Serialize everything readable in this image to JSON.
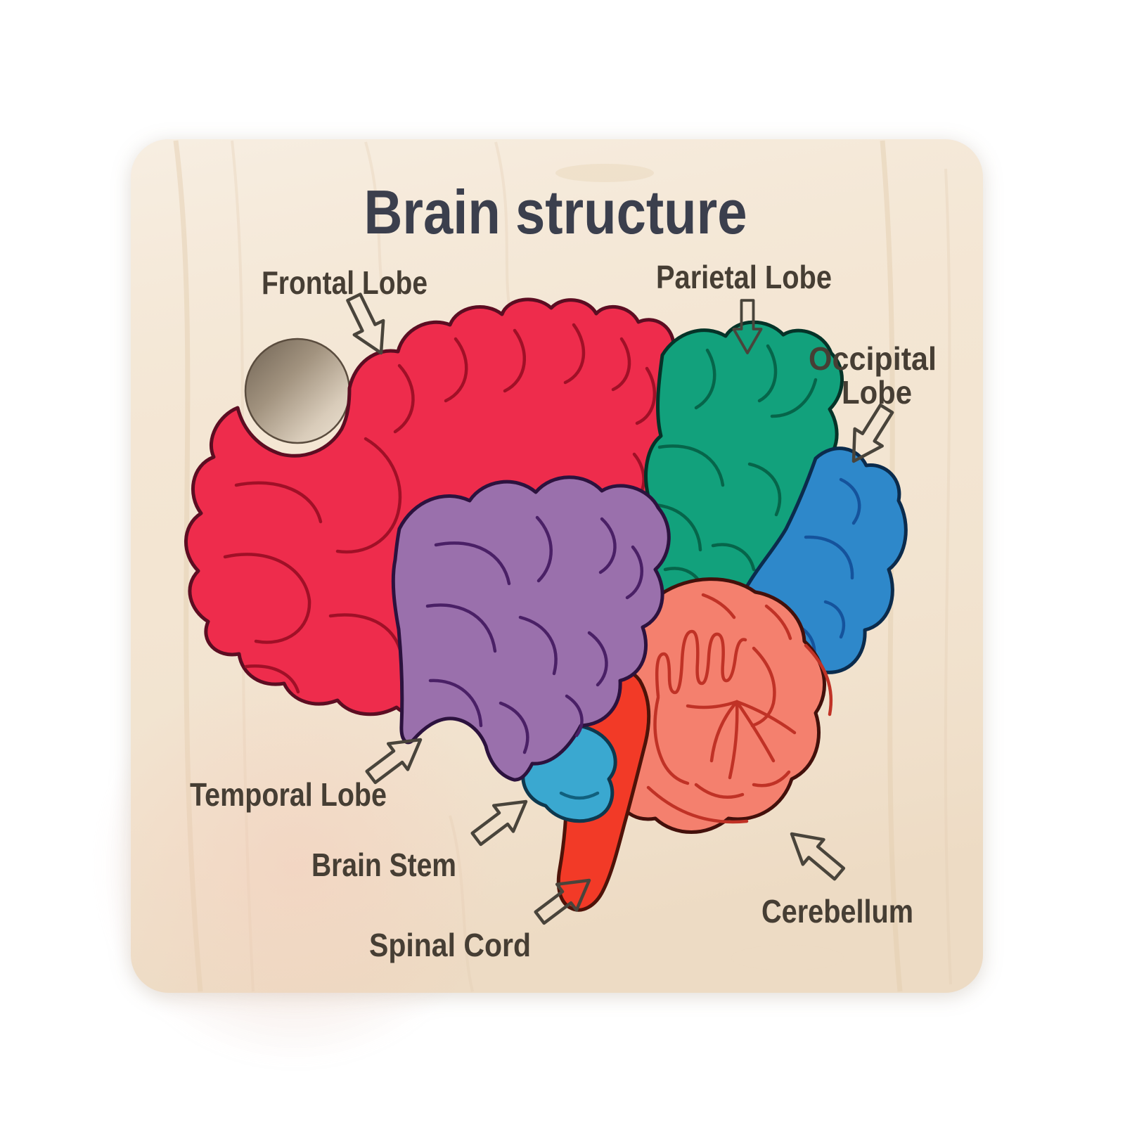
{
  "title": "Brain structure",
  "labels": {
    "frontal": "Frontal Lobe",
    "parietal": "Parietal Lobe",
    "occipital_line1": "Occipital",
    "occipital_line2": "Lobe",
    "temporal": "Temporal Lobe",
    "brain_stem": "Brain Stem",
    "spinal_cord": "Spinal Cord",
    "cerebellum": "Cerebellum"
  },
  "palette": {
    "board_wood": "#f3e5d2",
    "title_text": "#3b3f4d",
    "label_text": "#463e34",
    "frontal_lobe": "#ee2c4c",
    "parietal_lobe": "#12a17c",
    "occipital_lobe": "#2e88ca",
    "temporal_lobe": "#9a70ac",
    "cerebellum": "#f4806e",
    "brain_stem": "#3aa8d0",
    "spinal_cord": "#f23a27"
  }
}
